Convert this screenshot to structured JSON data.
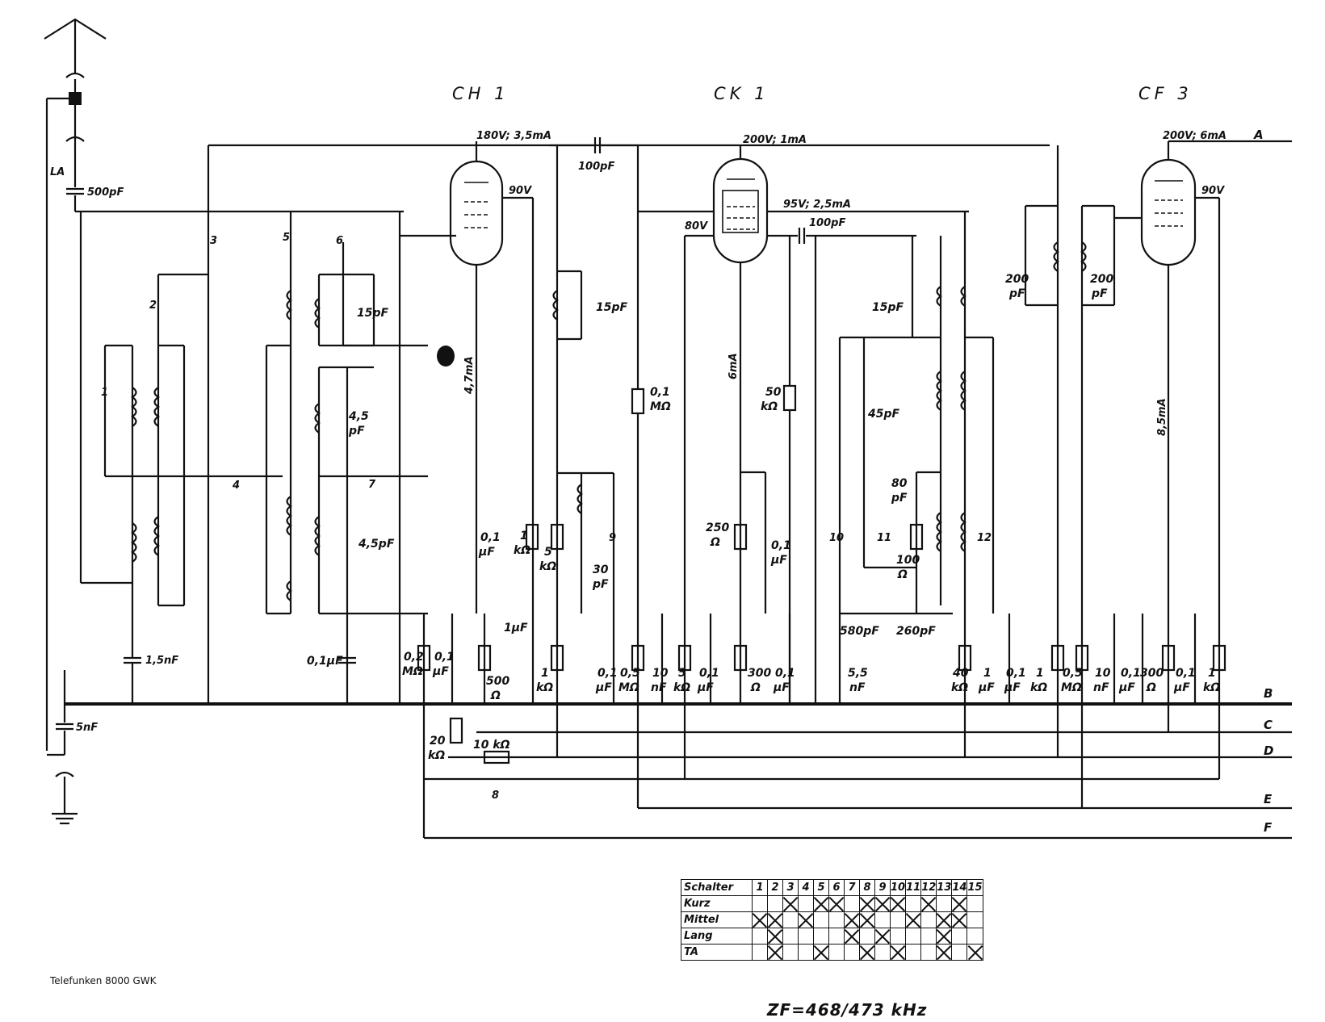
{
  "title": "Telefunken 8000 GWK",
  "intermediate_frequency": "ZF=468/473 kHz",
  "tubes": [
    {
      "name": "CH 1",
      "supply": "180V; 3,5mA",
      "screen": "90V",
      "cathode_current": "4,7mA"
    },
    {
      "name": "CK 1",
      "supply": "200V; 1mA",
      "screen": "95V; 2,5mA",
      "grid": "80V",
      "cathode_current": "6mA"
    },
    {
      "name": "CF 3",
      "supply": "200V; 6mA",
      "screen": "90V",
      "cathode_current": "8,5mA"
    }
  ],
  "buses": [
    "A",
    "B",
    "C",
    "D",
    "E",
    "F"
  ],
  "antenna_labels": {
    "la": "LA",
    "c_ant": "500pF",
    "c_earth": "5nF",
    "c_15nf": "1,5nF"
  },
  "component_labels": {
    "c100a": "100pF",
    "c100b": "100pF",
    "c15a": "15pF",
    "c15b": "15pF",
    "c15c": "15pF",
    "c45a": "4,5",
    "c45a_u": "pF",
    "c45b": "4,5pF",
    "c45c": "45pF",
    "c01a": "0,1µF",
    "c01b": "0,1",
    "c01b_u": "µF",
    "c1u": "1µF",
    "c30": "30",
    "c30_u": "pF",
    "c80": "80",
    "c80_u": "pF",
    "r01m": "0,1",
    "r01m_u": "MΩ",
    "r50k": "50",
    "r50k_u": "kΩ",
    "r1k": "1",
    "r1k_u": "kΩ",
    "r5k": "5",
    "r5k_u": "kΩ",
    "r250": "250",
    "r250_u": "Ω",
    "c01c": "0,1",
    "c01c_u": "µF",
    "r100": "100",
    "r100_u": "Ω",
    "c580": "580pF",
    "c260": "260pF",
    "c200a": "200",
    "c200a_u": "pF",
    "c200b": "200",
    "c200b_u": "pF",
    "r02m": "0,2",
    "r02m_u": "MΩ",
    "c01d": "0,1",
    "c01d_u": "µF",
    "r500": "500",
    "r500_u": "Ω",
    "r1k2": "1",
    "r1k2_u": "kΩ",
    "c01e": "0,1",
    "c01e_u": "µF",
    "r05m": "0,5",
    "r05m_u": "MΩ",
    "c10n": "10",
    "c10n_u": "nF",
    "r5k2": "5",
    "r5k2_u": "kΩ",
    "c01f": "0,1",
    "c01f_u": "µF",
    "r300": "300",
    "r300_u": "Ω",
    "c01g": "0,1",
    "c01g_u": "µF",
    "c55": "5,5",
    "c55_u": "nF",
    "r40k": "40",
    "r40k_u": "kΩ",
    "c1m": "1",
    "c1m_u": "µF",
    "c01h": "0,1",
    "c01h_u": "µF",
    "r1k3": "1",
    "r1k3_u": "kΩ",
    "r05m2": "0,5",
    "r05m2_u": "MΩ",
    "c10n2": "10",
    "c10n2_u": "nF",
    "c01i": "0,1",
    "c01i_u": "µF",
    "r300b": "300",
    "r300b_u": "Ω",
    "c01j": "0,1",
    "c01j_u": "µF",
    "r1k4": "1",
    "r1k4_u": "kΩ",
    "r20k": "20",
    "r20k_u": "kΩ",
    "r10k": "10 kΩ"
  },
  "switch_numbers": [
    "1",
    "2",
    "3",
    "4",
    "5",
    "6",
    "7",
    "8",
    "9",
    "10",
    "11",
    "12"
  ],
  "switch_table": {
    "header": "Schalter",
    "columns": [
      "1",
      "2",
      "3",
      "4",
      "5",
      "6",
      "7",
      "8",
      "9",
      "10",
      "11",
      "12",
      "13",
      "14",
      "15"
    ],
    "rows": [
      {
        "label": "Kurz",
        "marks": [
          0,
          0,
          1,
          0,
          1,
          1,
          0,
          1,
          1,
          1,
          0,
          1,
          0,
          1,
          0
        ]
      },
      {
        "label": "Mittel",
        "marks": [
          1,
          1,
          0,
          1,
          0,
          0,
          1,
          1,
          0,
          0,
          1,
          0,
          1,
          1,
          0
        ]
      },
      {
        "label": "Lang",
        "marks": [
          0,
          1,
          0,
          0,
          0,
          0,
          1,
          0,
          1,
          0,
          0,
          0,
          1,
          0,
          0
        ]
      },
      {
        "label": "TA",
        "marks": [
          0,
          1,
          0,
          0,
          1,
          0,
          0,
          1,
          0,
          1,
          0,
          0,
          1,
          0,
          1
        ]
      }
    ]
  }
}
